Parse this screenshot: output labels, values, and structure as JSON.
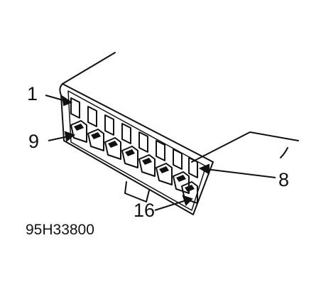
{
  "labels": {
    "pin_1": "1",
    "pin_9": "9",
    "pin_8": "8",
    "pin_16": "16",
    "figure_code": "95H33800"
  },
  "colors": {
    "ink": "#111111",
    "background": "#ffffff"
  }
}
